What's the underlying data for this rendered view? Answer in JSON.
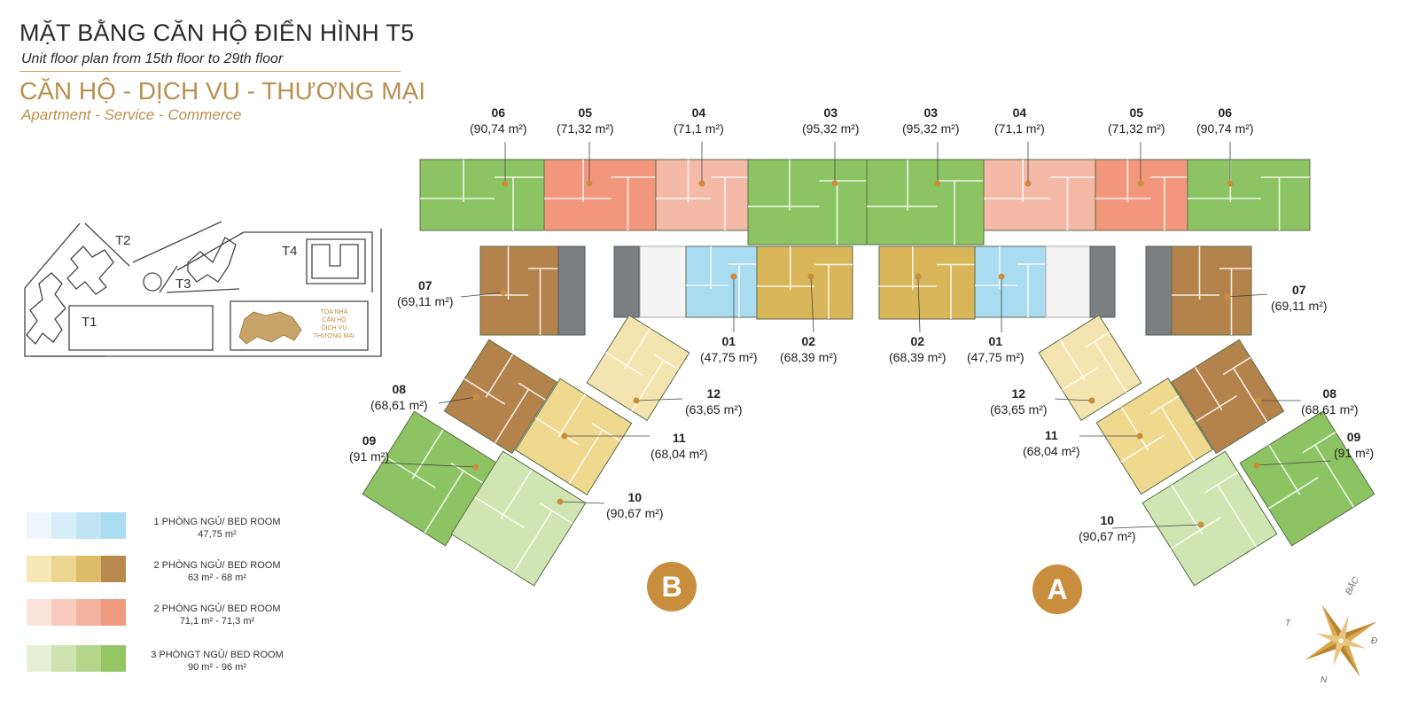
{
  "header": {
    "title": "MẶT BẰNG CĂN HỘ ĐIỂN HÌNH T5",
    "subtitle": "Unit floor plan from 15th floor to 29th floor",
    "category": "CĂN HỘ - DỊCH VU - THƯƠNG MẠI",
    "category_en": "Apartment - Service - Commerce"
  },
  "site_plan": {
    "t1": "T1",
    "t2": "T2",
    "t3": "T3",
    "t4": "T4",
    "note": [
      "TÒA NHÀ",
      "CĂN HỘ",
      "DỊCH VỤ",
      "THƯƠNG MẠI"
    ]
  },
  "units": [
    {
      "num": "06",
      "area": "(90,74 m²)"
    },
    {
      "num": "05",
      "area": "(71,32 m²)"
    },
    {
      "num": "04",
      "area": "(71,1 m²)"
    },
    {
      "num": "03",
      "area": "(95,32 m²)"
    },
    {
      "num": "03",
      "area": "(95,32 m²)"
    },
    {
      "num": "04",
      "area": "(71,1 m²)"
    },
    {
      "num": "05",
      "area": "(71,32 m²)"
    },
    {
      "num": "06",
      "area": "(90,74 m²)"
    },
    {
      "num": "07",
      "area": "(69,11 m²)"
    },
    {
      "num": "01",
      "area": "(47,75 m²)"
    },
    {
      "num": "02",
      "area": "(68,39 m²)"
    },
    {
      "num": "02",
      "area": "(68,39 m²)"
    },
    {
      "num": "01",
      "area": "(47,75 m²)"
    },
    {
      "num": "07",
      "area": "(69,11 m²)"
    },
    {
      "num": "08",
      "area": "(68,61 m²)"
    },
    {
      "num": "09",
      "area": "(91 m²)"
    },
    {
      "num": "12",
      "area": "(63,65 m²)"
    },
    {
      "num": "11",
      "area": "(68,04 m²)"
    },
    {
      "num": "10",
      "area": "(90,67 m²)"
    },
    {
      "num": "12",
      "area": "(63,65 m²)"
    },
    {
      "num": "11",
      "area": "(68,04 m²)"
    },
    {
      "num": "10",
      "area": "(90,67 m²)"
    },
    {
      "num": "08",
      "area": "(68,61 m²)"
    },
    {
      "num": "09",
      "area": "(91 m²)"
    }
  ],
  "legend": [
    {
      "line1": "1 PHÒNG NGỦ/ BED ROOM",
      "line2": "47,75 m²",
      "colors": [
        "#eef8fc",
        "#d5eef8",
        "#bfe5f4",
        "#a9dcf0"
      ]
    },
    {
      "line1": "2 PHÒNG NGỦ/ BED ROOM",
      "line2": "63 m² - 68  m²",
      "colors": [
        "#f6e7b5",
        "#ecd590",
        "#dcbb69",
        "#b98a4e"
      ]
    },
    {
      "line1": "2 PHÒNG NGỦ/ BED ROOM",
      "line2": "71,1 m² - 71,3  m²",
      "colors": [
        "#fbe3dc",
        "#f7cbbd",
        "#f3b29e",
        "#ee9a7e"
      ]
    },
    {
      "line1": "3 PHÒNGT NGỦ/ BED ROOM",
      "line2": "90 m² - 96  m²",
      "colors": [
        "#e6f0d5",
        "#cfe3b0",
        "#b5d78c",
        "#94c764"
      ]
    }
  ],
  "blocks": {
    "left": "B",
    "right": "A"
  },
  "compass": {
    "north_label": "BẮC",
    "east_label": "Đ",
    "west_label": "T",
    "south_label": "N"
  },
  "colors": {
    "three_bed": "#8dc463",
    "three_bed_light": "#cfe6b2",
    "two_bed_salmon": "#f2977c",
    "two_bed_pink": "#f5b9a7",
    "two_bed_gold": "#d9b659",
    "two_bed_brown": "#b4834c",
    "two_bed_light": "#efd98f",
    "two_bed_pale": "#f4e5b0",
    "one_bed": "#a9dcf0",
    "core_gray": "#7c7f82",
    "accent_gold": "#c98e3d"
  }
}
